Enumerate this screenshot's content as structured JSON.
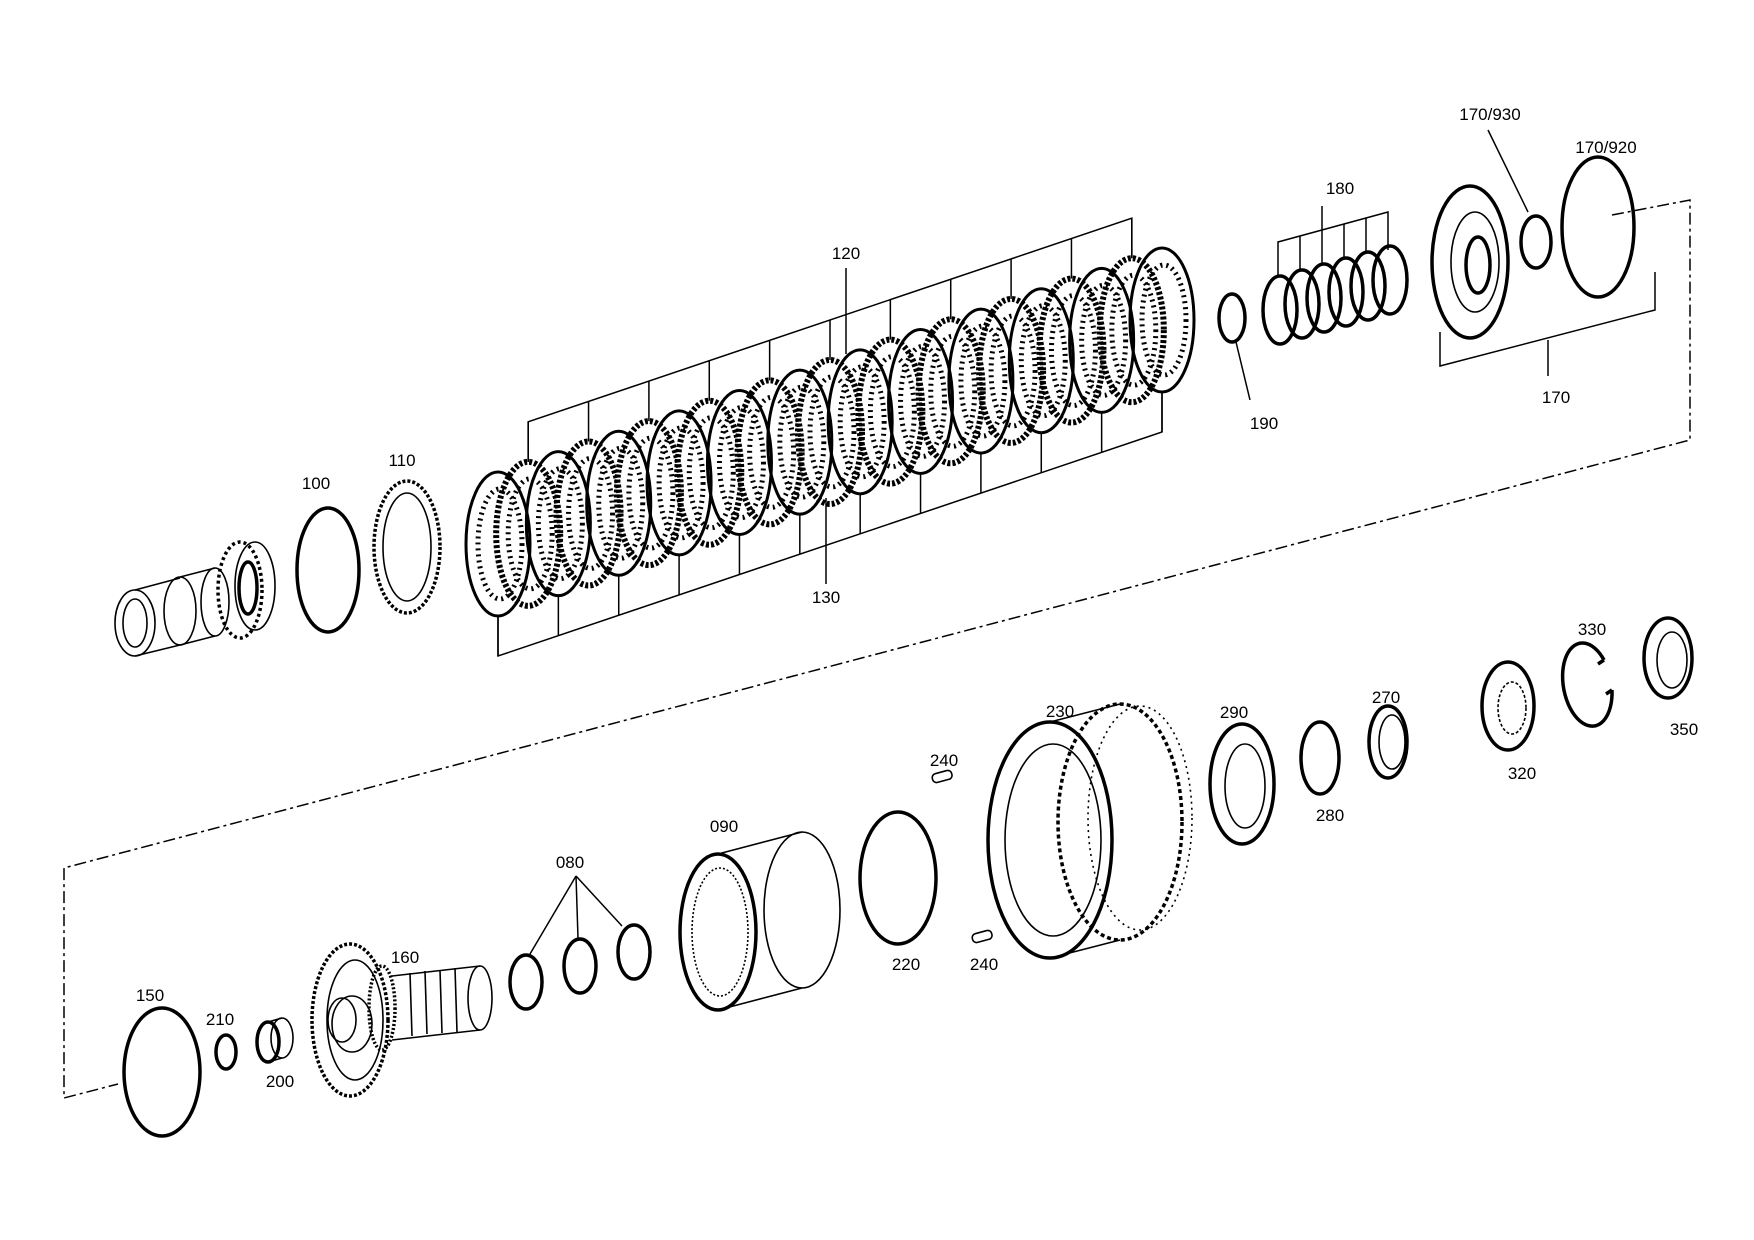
{
  "labels": {
    "p100": "100",
    "p110": "110",
    "p120": "120",
    "p130": "130",
    "p190": "190",
    "p180": "180",
    "p170_930": "170/930",
    "p170_920": "170/920",
    "p170": "170",
    "p150": "150",
    "p210": "210",
    "p200": "200",
    "p160": "160",
    "p080": "080",
    "p090": "090",
    "p220": "220",
    "p240a": "240",
    "p240b": "240",
    "p230": "230",
    "p290": "290",
    "p280": "280",
    "p270": "270",
    "p320": "320",
    "p330": "330",
    "p350": "350"
  }
}
